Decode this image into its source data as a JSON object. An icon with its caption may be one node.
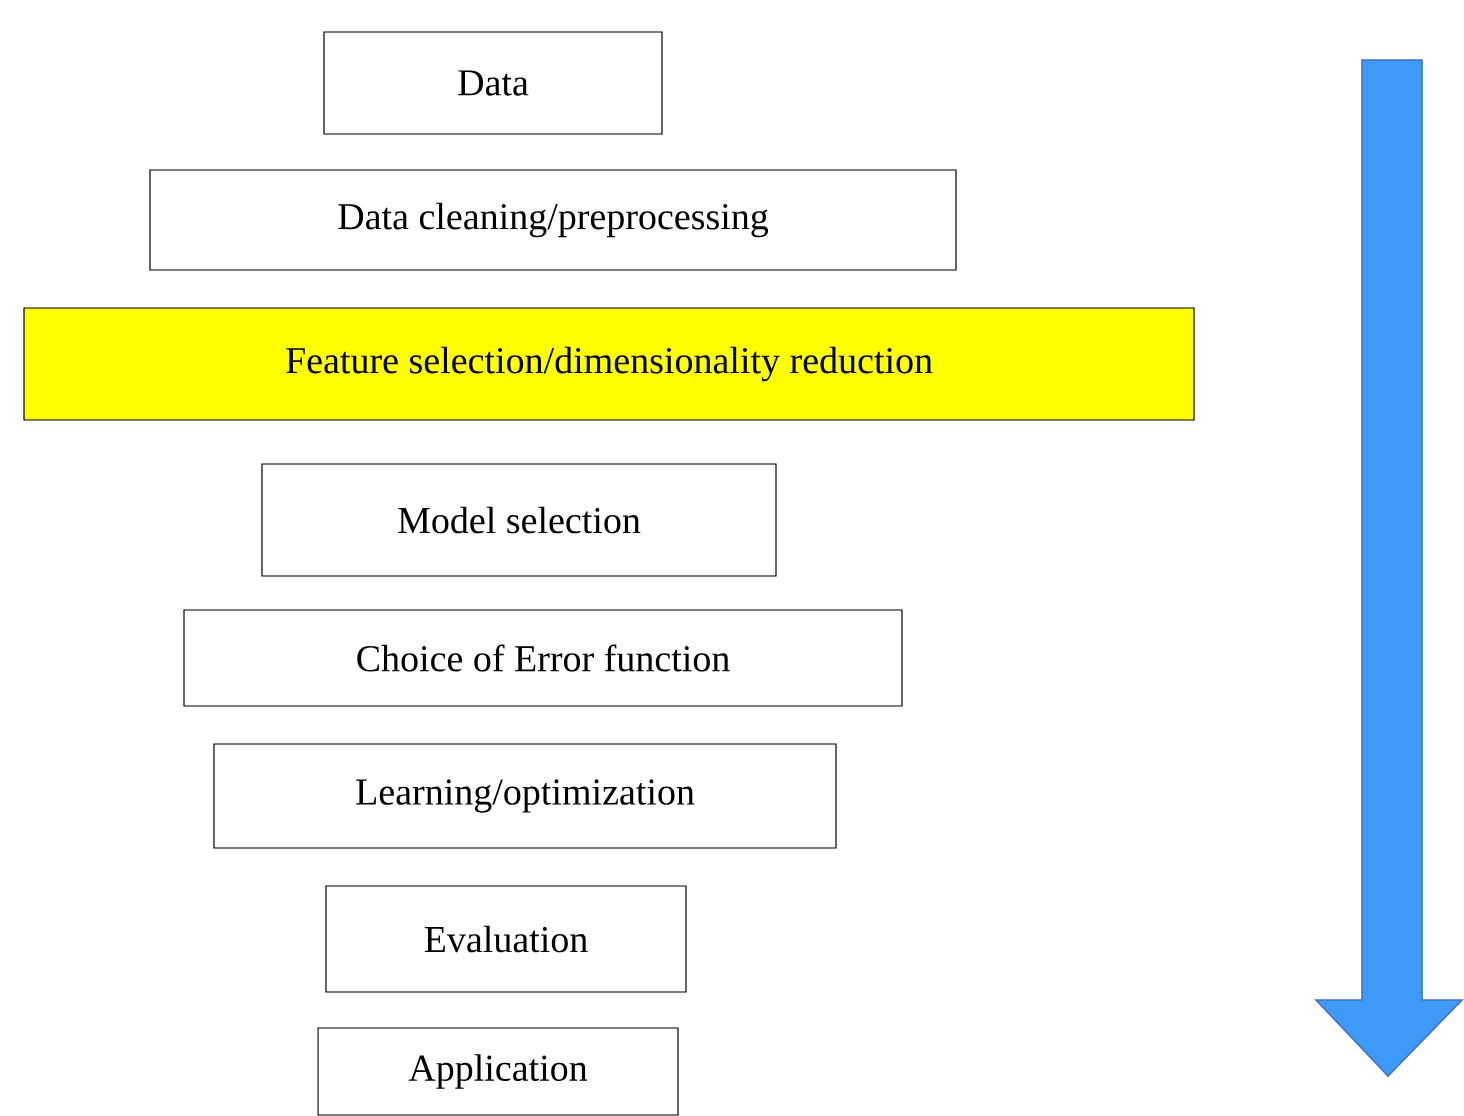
{
  "diagram": {
    "nodes": [
      {
        "text": [
          "Data"
        ]
      },
      {
        "text": [
          "Data cleaning/preprocessing"
        ]
      },
      {
        "text": [
          "Feature selection/dimensionality reduction"
        ]
      },
      {
        "text": [
          "Model selection"
        ]
      },
      {
        "text": [
          "Choice of Error function"
        ]
      },
      {
        "text": [
          "Learning/optimization"
        ]
      },
      {
        "text": [
          "Evaluation"
        ]
      },
      {
        "text": [
          "Application"
        ]
      }
    ]
  }
}
